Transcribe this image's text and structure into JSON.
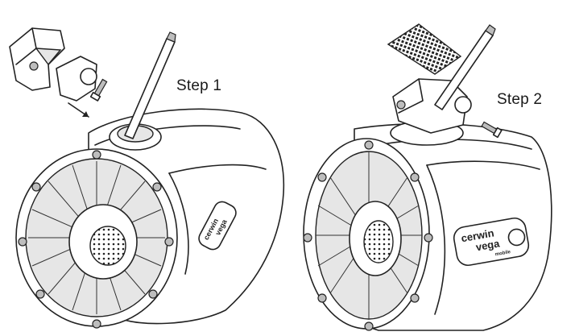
{
  "steps": [
    {
      "label": "Step 1"
    },
    {
      "label": "Step 2"
    }
  ],
  "brand": {
    "name_line1": "cerwin",
    "name_line2": "vega",
    "tag": "mobile"
  }
}
